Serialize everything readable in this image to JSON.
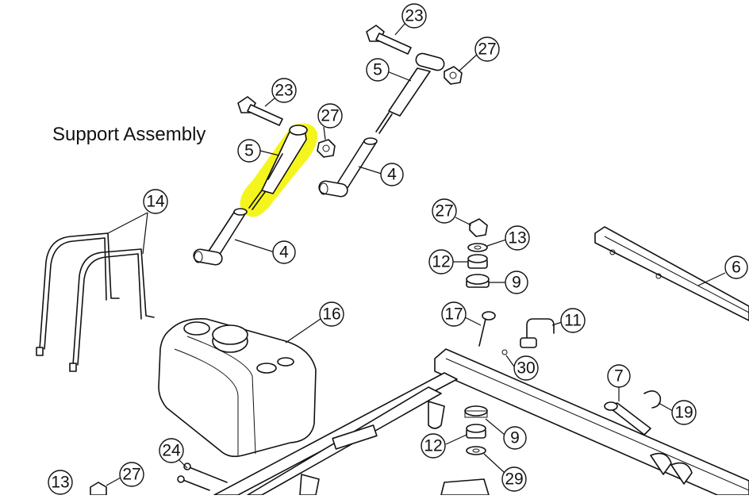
{
  "diagram": {
    "title": "Support Assembly",
    "highlight_color": "#f5f51e",
    "callouts": [
      {
        "id": "c23a",
        "label": "23"
      },
      {
        "id": "c27a",
        "label": "27"
      },
      {
        "id": "c5a",
        "label": "5"
      },
      {
        "id": "c4a",
        "label": "4"
      },
      {
        "id": "c23b",
        "label": "23"
      },
      {
        "id": "c27b",
        "label": "27"
      },
      {
        "id": "c5b",
        "label": "5"
      },
      {
        "id": "c4b",
        "label": "4"
      },
      {
        "id": "c14",
        "label": "14"
      },
      {
        "id": "c27c",
        "label": "27"
      },
      {
        "id": "c13a",
        "label": "13"
      },
      {
        "id": "c12a",
        "label": "12"
      },
      {
        "id": "c9a",
        "label": "9"
      },
      {
        "id": "c6",
        "label": "6"
      },
      {
        "id": "c16",
        "label": "16"
      },
      {
        "id": "c17",
        "label": "17"
      },
      {
        "id": "c11",
        "label": "11"
      },
      {
        "id": "c30",
        "label": "30"
      },
      {
        "id": "c7",
        "label": "7"
      },
      {
        "id": "c19",
        "label": "19"
      },
      {
        "id": "c9b",
        "label": "9"
      },
      {
        "id": "c12b",
        "label": "12"
      },
      {
        "id": "c29",
        "label": "29"
      },
      {
        "id": "c24",
        "label": "24"
      },
      {
        "id": "c27d",
        "label": "27"
      },
      {
        "id": "c13b",
        "label": "13"
      }
    ]
  }
}
